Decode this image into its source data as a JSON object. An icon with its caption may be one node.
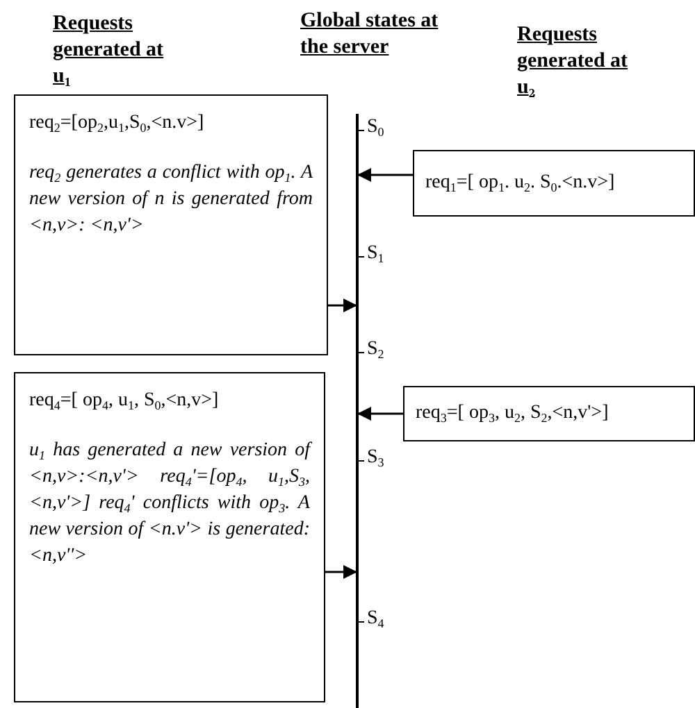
{
  "diagram": {
    "nodes": [
      {
        "text": [
          "req$_{2}$=[op$_{2}$,u$_{1}$,S$_{0}$,<n.v>]",
          "req$_{2}$ generates a conflict with op$_{1}$. A new version of n is generated from <n,v>: <n,v'>"
        ]
      },
      {
        "text": [
          "req$_{1}$=[ op$_{1}$. u$_{2}$. S$_{0}$.<n.v>]"
        ]
      },
      {
        "text": [
          "req$_{4}$=[ op$_{4}$, u$_{1}$, S$_{0}$,<n,v>]",
          "u$_{1}$ has generated a new version of <n,v>:<n,v'> req$_{4}$'=[op$_{4}$, u$_{1}$,S$_{3}$,<n,v'>] req$_{4}$' conflicts with op$_{3}$. A new version of <n.v'> is generated: <n,v''>"
        ]
      },
      {
        "text": [
          "req$_{3}$=[ op$_{3}$, u$_{2}$, S$_{2}$,<n,v'>]"
        ]
      },
      {
        "text": [],
        "shape": "bar"
      }
    ],
    "edges": [
      {
        "from": 1,
        "to": 4,
        "arrow": "to"
      },
      {
        "from": 0,
        "to": 4,
        "arrow": "to"
      },
      {
        "from": 3,
        "to": 4,
        "arrow": "to"
      },
      {
        "from": 2,
        "to": 4,
        "arrow": "to"
      }
    ],
    "labels": [
      "Requests generated at u$_{1}$",
      "Global states at the server",
      "Requests generated at u$_{2}$",
      "S$_{0}$",
      "S$_{1}$",
      "S$_{2}$",
      "S$_{3}$",
      "S$_{4}$"
    ]
  }
}
